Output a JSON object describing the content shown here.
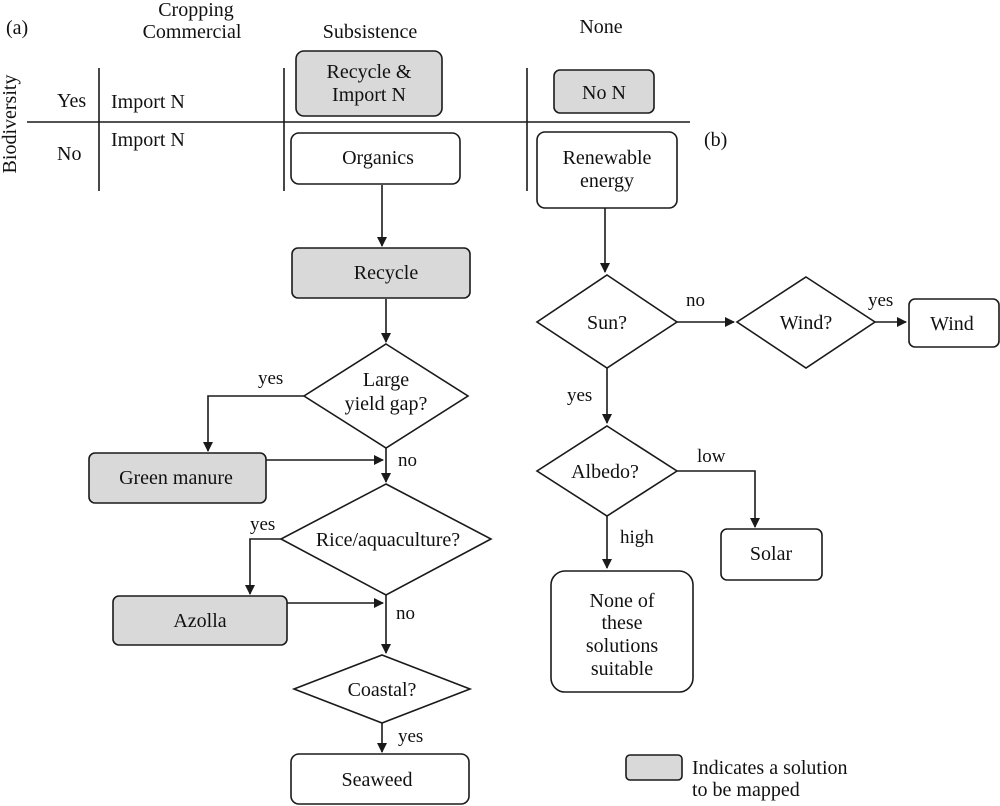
{
  "panel_labels": {
    "a": "(a)",
    "b": "(b)"
  },
  "table": {
    "header_cropping": "Cropping",
    "header_commercial": "Commercial",
    "header_subsistence": "Subsistence",
    "header_none": "None",
    "row_axis_label": "Biodiversity",
    "row_yes": "Yes",
    "row_no": "No",
    "cell_commercial_yes": "Import N",
    "cell_commercial_no": "Import N",
    "cell_subsistence_yes_line1": "Recycle &",
    "cell_subsistence_yes_line2": "Import N",
    "cell_none_yes": "No N"
  },
  "flow_a": {
    "organics": "Organics",
    "recycle": "Recycle",
    "q_yield_line1": "Large",
    "q_yield_line2": "yield gap?",
    "green_manure": "Green manure",
    "q_rice": "Rice/aquaculture?",
    "azolla": "Azolla",
    "q_coastal": "Coastal?",
    "seaweed": "Seaweed",
    "lbl_yes_1": "yes",
    "lbl_no_1": "no",
    "lbl_yes_2": "yes",
    "lbl_no_2": "no",
    "lbl_yes_3": "yes"
  },
  "flow_b": {
    "renewable_line1": "Renewable",
    "renewable_line2": "energy",
    "q_sun": "Sun?",
    "q_wind": "Wind?",
    "wind": "Wind",
    "q_albedo": "Albedo?",
    "solar": "Solar",
    "none_line1": "None of",
    "none_line2": "these",
    "none_line3": "solutions",
    "none_line4": "suitable",
    "lbl_no": "no",
    "lbl_yes_wind": "yes",
    "lbl_yes_sun": "yes",
    "lbl_low": "low",
    "lbl_high": "high"
  },
  "legend": {
    "line1": "Indicates a solution",
    "line2": "to be mapped"
  },
  "colors": {
    "solution_fill": "#d9d9d9",
    "box_fill": "#ffffff",
    "stroke": "#1a1a1a"
  }
}
